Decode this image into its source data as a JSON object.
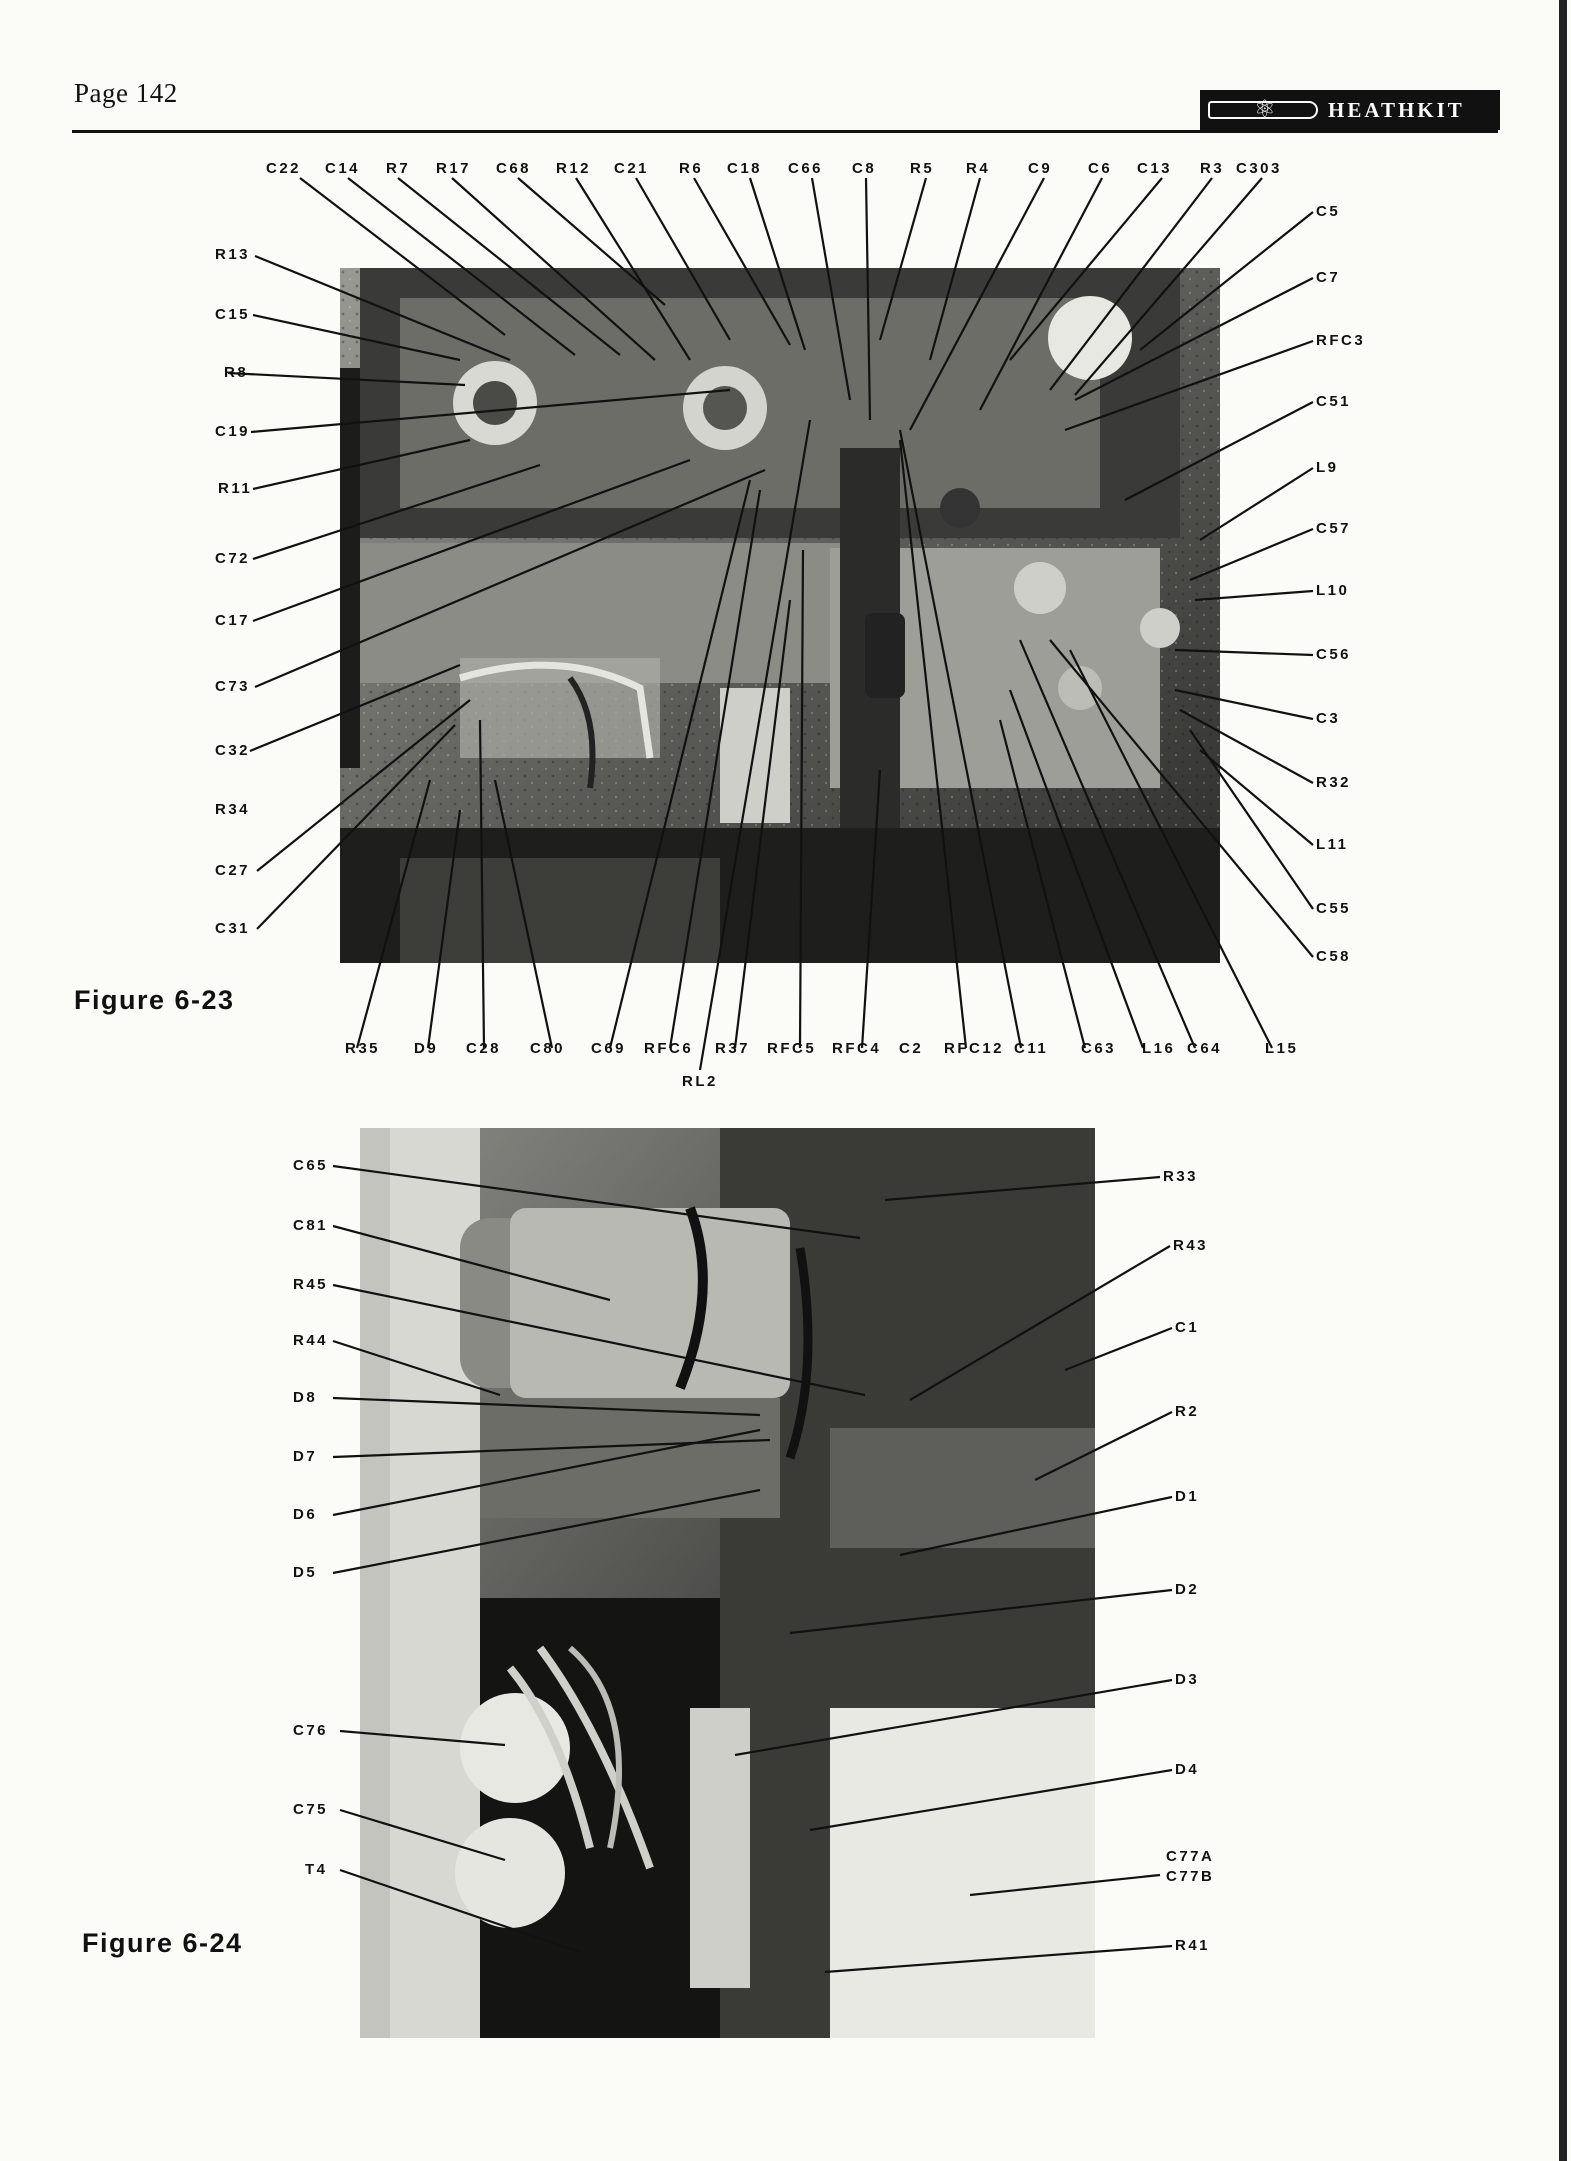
{
  "header": {
    "page_label": "Page 142",
    "brand": "HEATHKIT"
  },
  "figures": [
    {
      "caption": "Figure 6-23",
      "callouts": [
        "C22",
        "C14",
        "R7",
        "R17",
        "C68",
        "R12",
        "C21",
        "R6",
        "C18",
        "C66",
        "C8",
        "R5",
        "R4",
        "C9",
        "C6",
        "C13",
        "R3",
        "C303",
        "R13",
        "C15",
        "R8",
        "C19",
        "R11",
        "C72",
        "C17",
        "C73",
        "C32",
        "R34",
        "C27",
        "C31",
        "C5",
        "C7",
        "RFC3",
        "C51",
        "L9",
        "C57",
        "L10",
        "C56",
        "C3",
        "R32",
        "L11",
        "C55",
        "C58",
        "R35",
        "D9",
        "C28",
        "C80",
        "C69",
        "RFC6",
        "R37",
        "RFC5",
        "RFC4",
        "C2",
        "RFC12",
        "C11",
        "C63",
        "L16",
        "C64",
        "L15",
        "RL2"
      ]
    },
    {
      "caption": "Figure 6-24",
      "callouts": [
        "C65",
        "C81",
        "R45",
        "R44",
        "D8",
        "D7",
        "D6",
        "D5",
        "C76",
        "C75",
        "T4",
        "R33",
        "R43",
        "C1",
        "R2",
        "D1",
        "D2",
        "D3",
        "D4",
        "C77A",
        "C77B",
        "R41"
      ]
    }
  ]
}
